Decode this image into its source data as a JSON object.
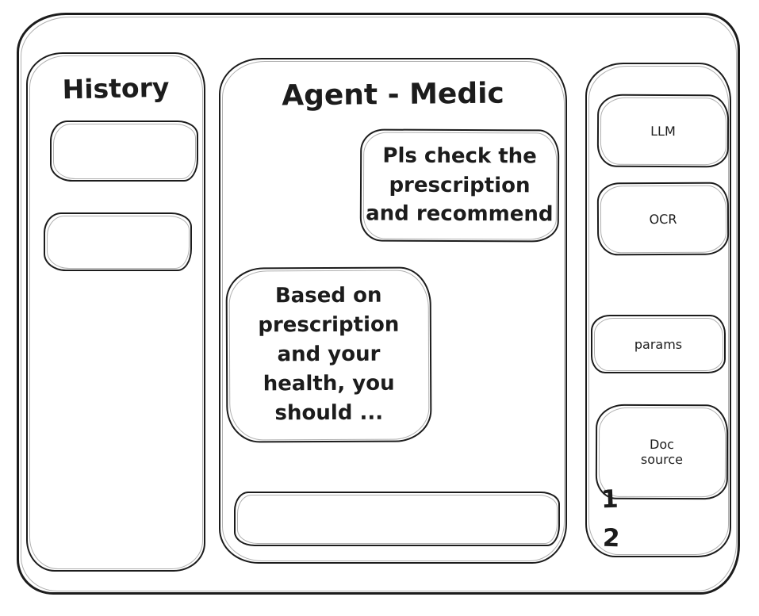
{
  "colors": {
    "stroke": "#1c1c1c",
    "background": "#ffffff"
  },
  "history": {
    "title": "History",
    "items": [
      "",
      ""
    ]
  },
  "chat": {
    "title": "Agent - Medic",
    "user_message": "Pls check the\nprescription\nand recommend",
    "agent_message": "Based on\nprescription\nand your\nhealth, you\nshould ...",
    "input": {
      "value": "",
      "placeholder": ""
    }
  },
  "tools": {
    "items": [
      {
        "label": "LLM"
      },
      {
        "label": "OCR"
      },
      {
        "label": "params"
      },
      {
        "label": "Doc\nsource"
      }
    ],
    "doc_items": [
      "1",
      "2"
    ]
  }
}
